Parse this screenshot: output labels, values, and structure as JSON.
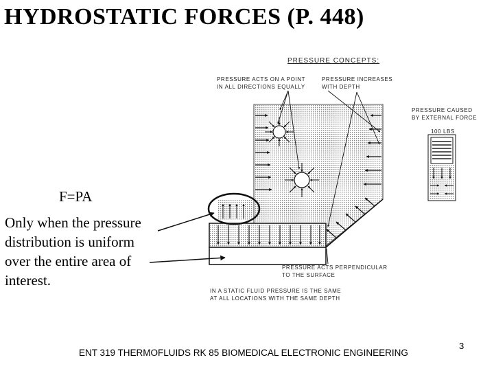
{
  "slide": {
    "title": "HYDROSTATIC FORCES (P. 448)",
    "formula": "F=PA",
    "note": "Only when the pressure distribution is uniform over the entire area of interest.",
    "footer": "ENT 319 THERMOFLUIDS RK 85 BIOMEDICAL ELECTRONIC ENGINEERING",
    "page_number": "3"
  },
  "figure": {
    "heading": "PRESSURE CONCEPTS:",
    "label_point": "PRESSURE ACTS ON A POINT\nIN ALL DIRECTIONS EQUALLY",
    "label_depth": "PRESSURE INCREASES\nWITH DEPTH",
    "label_external": "PRESSURE CAUSED\nBY EXTERNAL FORCE",
    "label_lbs": "100 LBS",
    "label_perpendicular": "PRESSURE ACTS PERPENDICULAR\nTO THE SURFACE",
    "label_static": "IN A STATIC FLUID PRESSURE IS THE SAME\nAT ALL LOCATIONS WITH THE SAME DEPTH"
  }
}
